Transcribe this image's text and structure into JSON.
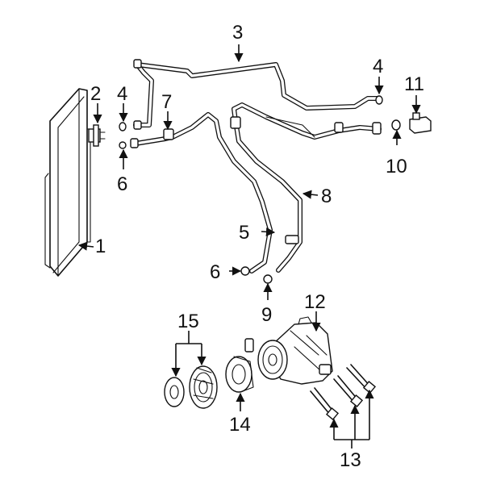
{
  "callouts": {
    "c1": "1",
    "c2": "2",
    "c3": "3",
    "c4a": "4",
    "c4b": "4",
    "c5": "5",
    "c6a": "6",
    "c6b": "6",
    "c7": "7",
    "c8": "8",
    "c9": "9",
    "c10": "10",
    "c11": "11",
    "c12": "12",
    "c13": "13",
    "c14": "14",
    "c15": "15"
  }
}
